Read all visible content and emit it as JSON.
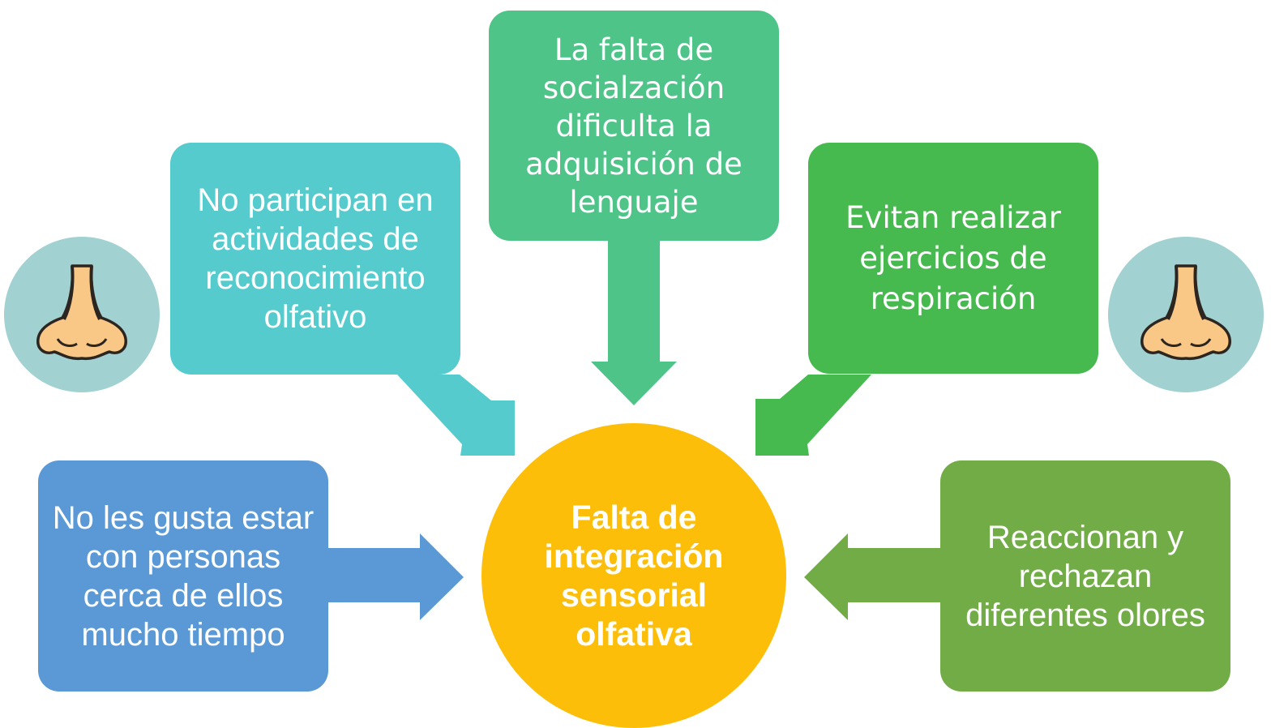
{
  "center": {
    "label": "Falta de integración sensorial olfativa"
  },
  "boxes": {
    "top_left": {
      "label": "No participan en actividades de reconocimiento olfativo"
    },
    "top_center": {
      "label": "La falta de socialzación dificulta la adquisición de lenguaje"
    },
    "top_right": {
      "label": "Evitan realizar ejercicios de respiración"
    },
    "left": {
      "label": "No les gusta estar con personas cerca de ellos mucho tiempo"
    },
    "right": {
      "label": "Reaccionan y rechazan diferentes olores"
    }
  },
  "colors": {
    "top_left": "#55cbcd",
    "top_center": "#4fc489",
    "top_right": "#46b94f",
    "left": "#5a99d6",
    "right": "#72ac47",
    "center": "#fdbe0a",
    "nose_badge": "#a1d1d1",
    "nose_skin": "#f9c887"
  },
  "icons": [
    "nose-icon",
    "nose-icon"
  ]
}
